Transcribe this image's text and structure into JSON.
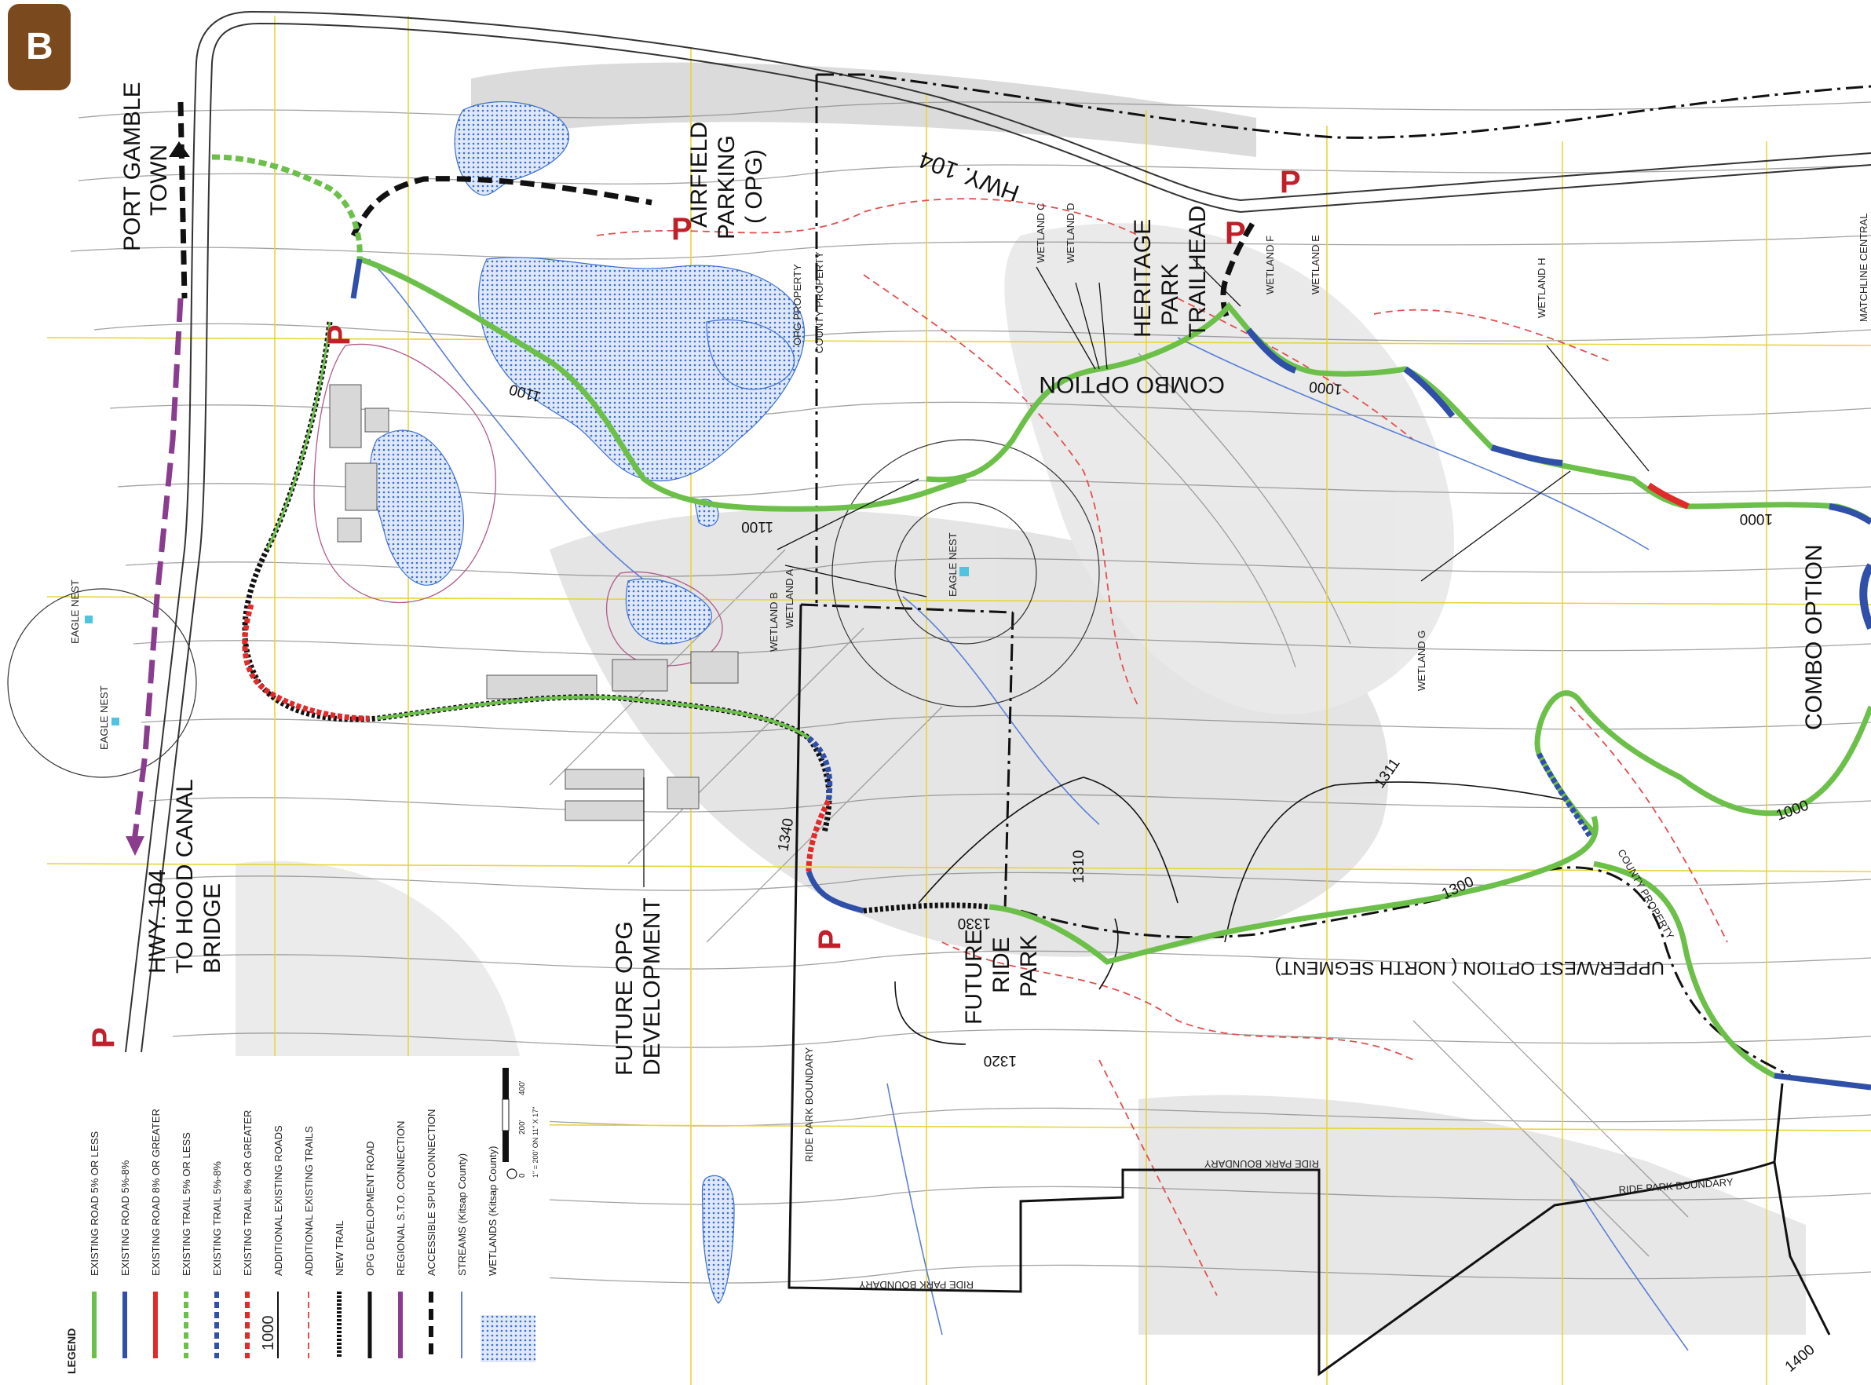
{
  "badge": "B",
  "colors": {
    "green": "#6cc04a",
    "blue": "#2f4fa8",
    "red": "#e02b2b",
    "purple": "#8a3d8f",
    "yellow": "#e6d53a",
    "red_trail": "#e05050",
    "wetland": "#3b6fd0",
    "stream": "#5a7fd6",
    "badge_bg": "#7a4a1e"
  },
  "labels": {
    "port_gamble": "PORT GAMBLE",
    "town": "TOWN",
    "airfield": "AIRFIELD",
    "parking": "PARKING",
    "opg": "( OPG)",
    "hwy104_top": "HWY. 104",
    "hwy104_bottom": "HWY. 104",
    "to_hood_canal": "TO HOOD CANAL",
    "bridge": "BRIDGE",
    "heritage": "HERITAGE",
    "park": "PARK",
    "trailhead": "TRAILHEAD",
    "combo_option_1": "COMBO OPTION",
    "combo_option_2": "COMBO OPTION",
    "future_opg": "FUTURE OPG",
    "development": "DEVELOPMENT",
    "future": "FUTURE",
    "ride": "RIDE",
    "ride_park": "PARK",
    "upper_west": "UPPER/WEST OPTION ( NORTH SEGMENT)",
    "matchline": "MATCHLINE CENTRAL",
    "opg_property": "OPG PROPERTY",
    "county_property": "COUNTY PROPERTY",
    "county_property_2": "COUNTY PROPERTY",
    "ride_park_boundary_1": "RIDE PARK BOUNDARY",
    "ride_park_boundary_2": "RIDE PARK BOUNDARY",
    "ride_park_boundary_3": "RIDE PARK BOUNDARY",
    "ride_park_boundary_4": "RIDE PARK BOUNDARY",
    "wetland_a": "WETLAND A",
    "wetland_b": "WETLAND B",
    "wetland_c": "WETLAND C",
    "wetland_d": "WETLAND D",
    "wetland_e": "WETLAND E",
    "wetland_f": "WETLAND F",
    "wetland_g": "WETLAND G",
    "wetland_h": "WETLAND H",
    "eagle_nest_1": "EAGLE NEST",
    "eagle_nest_2": "EAGLE NEST",
    "eagle_nest_3": "EAGLE NEST",
    "parking_symbol": "P"
  },
  "trail_numbers": {
    "n1100a": "1100",
    "n1100b": "1100",
    "n1000a": "1000",
    "n1000b": "1000",
    "n1000c": "1000",
    "n1340": "1340",
    "n1330": "1330",
    "n1310": "1310",
    "n1311": "1311",
    "n1300": "1300",
    "n1320": "1320",
    "n1400": "1400"
  },
  "legend": {
    "title": "LEGEND",
    "items": [
      "EXISTING ROAD 5% OR LESS",
      "EXISTING ROAD 5%-8%",
      "EXISTING ROAD 8% OR GREATER",
      "EXISTING TRAIL 5% OR LESS",
      "EXISTING TRAIL 5%-8%",
      "EXISTING TRAIL 8% OR GREATER",
      "ADDITIONAL EXISTING ROADS",
      "ADDITIONAL EXISTING TRAILS",
      "NEW TRAIL",
      "OPG DEVELOPMENT ROAD",
      "REGIONAL S.T.O. CONNECTION",
      "ACCESSIBLE SPUR CONNECTION",
      "STREAMS (Kitsap County)",
      "WETLANDS (Kitsap County)"
    ],
    "contour_sample": "1000",
    "scale_note": "1\" = 200' ON 11\" X 17\"",
    "scale_ticks": [
      "0",
      "200'",
      "400'"
    ]
  }
}
